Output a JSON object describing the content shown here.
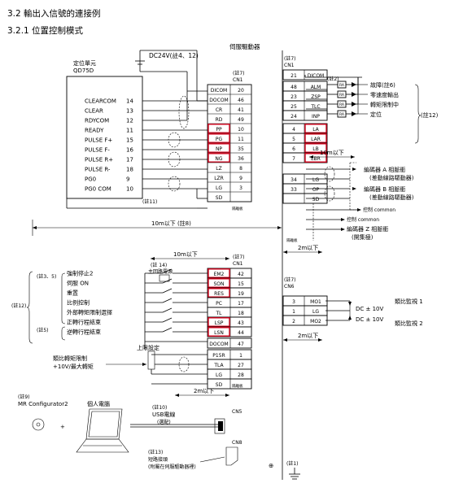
{
  "header": {
    "section_title": "3.2 輸出入信號的連接例",
    "subsection_title": "3.2.1 位置控制模式"
  },
  "top": {
    "servo_driver_label": "伺服驅動器",
    "dc24_label": "DC24V(註4、12)",
    "positioning_unit_label": "定位單元",
    "positioning_unit_model": "QD75D"
  },
  "qd75d_pins": [
    {
      "name": "CLEARCOM",
      "num": "14"
    },
    {
      "name": "CLEAR",
      "num": "13"
    },
    {
      "name": "RDYCOM",
      "num": "12"
    },
    {
      "name": "READY",
      "num": "11"
    },
    {
      "name": "PULSE F+",
      "num": "15"
    },
    {
      "name": "PULSE F-",
      "num": "16"
    },
    {
      "name": "PULSE R+",
      "num": "17"
    },
    {
      "name": "PULSE R-",
      "num": "18"
    },
    {
      "name": "PG0",
      "num": "9"
    },
    {
      "name": "PG0 COM",
      "num": "10"
    }
  ],
  "cn1_left_top": {
    "note": "(註7)",
    "connector": "CN1",
    "rows": [
      {
        "sig": "DICOM",
        "num": "20",
        "highlight": false
      },
      {
        "sig": "DOCOM",
        "num": "46",
        "highlight": false
      },
      {
        "sig": "CR",
        "num": "41",
        "highlight": false
      },
      {
        "sig": "RD",
        "num": "49",
        "highlight": false
      },
      {
        "sig": "PP",
        "num": "10",
        "highlight": true
      },
      {
        "sig": "PG",
        "num": "11",
        "highlight": true
      },
      {
        "sig": "NP",
        "num": "35",
        "highlight": true
      },
      {
        "sig": "NG",
        "num": "36",
        "highlight": true
      },
      {
        "sig": "LZ",
        "num": "8",
        "highlight": false
      },
      {
        "sig": "LZR",
        "num": "9",
        "highlight": false
      },
      {
        "sig": "LG",
        "num": "3",
        "highlight": false
      },
      {
        "sig": "SD",
        "num": "",
        "highlight": false
      }
    ],
    "shield_label": "隔離板"
  },
  "cn1_right": {
    "note": "(註7)",
    "connector": "CN1",
    "rows": [
      {
        "num": "21",
        "sig": "DICOM",
        "highlight": false
      },
      {
        "num": "48",
        "sig": "ALM",
        "highlight": false
      },
      {
        "num": "23",
        "sig": "ZSP",
        "highlight": false
      },
      {
        "num": "25",
        "sig": "TLC",
        "highlight": false
      },
      {
        "num": "24",
        "sig": "INP",
        "highlight": false
      },
      {
        "num": "4",
        "sig": "LA",
        "highlight": true
      },
      {
        "num": "5",
        "sig": "LAR",
        "highlight": true
      },
      {
        "num": "6",
        "sig": "LB",
        "highlight": true
      },
      {
        "num": "7",
        "sig": "LBR",
        "highlight": true
      },
      {
        "num": "34",
        "sig": "LG",
        "highlight": false
      },
      {
        "num": "33",
        "sig": "OP",
        "highlight": false
      },
      {
        "num": "",
        "sig": "SD",
        "highlight": false
      }
    ],
    "shield_label": "隔離板"
  },
  "outputs": {
    "note2": "(註2)",
    "ra": "RA",
    "items": [
      "故障(註6)",
      "零速度輸出",
      "轉矩限制中",
      "定位"
    ],
    "note12": "(註12)"
  },
  "encoder": {
    "dist_label": "10m以下",
    "a_phase": "編碼器 A 相脈衝",
    "a_phase_sub": "(差動線路驅動器)",
    "b_phase": "編碼器 B 相脈衝",
    "b_phase_sub": "(差動線路驅動器)",
    "control_common": "控制 common",
    "control_common2": "控制 common",
    "z_phase": "編碼器 Z 相脈衝",
    "z_phase_sub": "(開集極)",
    "dist2": "2m以下"
  },
  "mid": {
    "note11": "(註11)",
    "dist_10m_note8": "10m以下 (註8)",
    "dist_10m": "10m以下"
  },
  "cn1_left_bottom": {
    "note": "(註7)",
    "connector": "CN1",
    "rows": [
      {
        "sig": "EM2",
        "num": "42",
        "highlight": true
      },
      {
        "sig": "SON",
        "num": "15",
        "highlight": true
      },
      {
        "sig": "RES",
        "num": "19",
        "highlight": true
      },
      {
        "sig": "PC",
        "num": "17",
        "highlight": false
      },
      {
        "sig": "TL",
        "num": "18",
        "highlight": false
      },
      {
        "sig": "LSP",
        "num": "43",
        "highlight": true
      },
      {
        "sig": "LSN",
        "num": "44",
        "highlight": true
      },
      {
        "sig": "DOCOM",
        "num": "47",
        "highlight": false
      },
      {
        "sig": "P15R",
        "num": "1",
        "highlight": false
      },
      {
        "sig": "TLA",
        "num": "27",
        "highlight": false
      },
      {
        "sig": "LG",
        "num": "28",
        "highlight": false
      },
      {
        "sig": "SD",
        "num": "",
        "highlight": false
      }
    ],
    "shield_label": "隔離板",
    "note14": "(註 14)",
    "main_circuit": "主回路電源"
  },
  "inputs": {
    "note35": "(註3、5)",
    "note12": "(註12)",
    "note5": "(註5)",
    "items": [
      "強制停止2",
      "伺服 ON",
      "重置",
      "比例控制",
      "外部轉矩限制選擇",
      "正轉行程結束",
      "逆轉行程結束"
    ]
  },
  "cn6": {
    "note": "(註7)",
    "connector": "CN6",
    "rows": [
      {
        "num": "3",
        "sig": "MO1"
      },
      {
        "num": "1",
        "sig": "LG"
      },
      {
        "num": "2",
        "sig": "MO2"
      }
    ],
    "dc1": "DC ± 10V",
    "dc2": "DC ± 10V",
    "mon1": "類比監視 1",
    "mon2": "類比監視 2",
    "dist": "2m以下"
  },
  "analog": {
    "upper_limit": "上限設定",
    "torque_label": "類比轉矩限制",
    "torque_sub": "+10V/最大轉矩",
    "dist": "2m以下"
  },
  "bottom": {
    "note9": "(註9)",
    "mr_configurator": "MR Configurator2",
    "pc_label": "個人電腦",
    "plus": "+",
    "note10": "(註10)",
    "usb_cable": "USB電線",
    "usb_option": "(選配)",
    "cn5": "CN5",
    "cn8": "CN8",
    "note13": "(註13)",
    "short_connector": "短路接頭",
    "short_sub": "(附屬在伺服驅動器裡)",
    "note1": "(註1)",
    "ground_symbol": "⊕"
  }
}
